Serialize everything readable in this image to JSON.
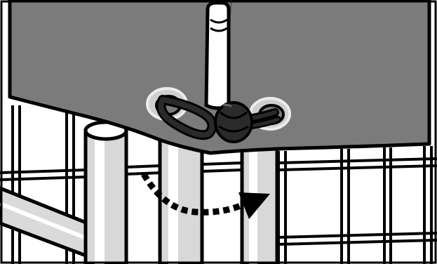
{
  "illustration": {
    "palette": {
      "background": "#ffffff",
      "outline": "#000000",
      "cover": "#7b7b7b",
      "post": "#d8d8d8",
      "rail": "#dadada",
      "grommet_ring": "#cfcfcf",
      "bungee": "#2a2a2a",
      "arrow": "#000000"
    },
    "elements": [
      "cover-sheet",
      "fence-panel",
      "corner-post",
      "horizontal-rail",
      "grommet-left",
      "grommet-right",
      "bungee-cord",
      "cord-knot",
      "wrap-direction-arrow"
    ]
  }
}
